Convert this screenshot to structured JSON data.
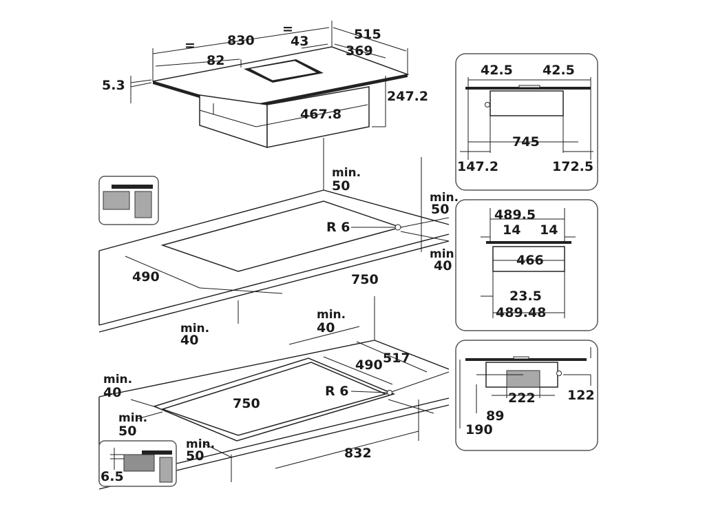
{
  "labels": {
    "w_830": "830",
    "eq_left": "=",
    "eq_right": "=",
    "d_43": "43",
    "d_515": "515",
    "d_369": "369",
    "d_82": "82",
    "d_5_3": "5.3",
    "d_247_2": "247.2",
    "d_467_8": "467.8",
    "min50_top_a": "min.",
    "min50_top_b": "50",
    "min50_right_a": "min.",
    "min50_right_b": "50",
    "r6_top": "R 6",
    "min40_right_a": "min.",
    "min40_right_b": "40",
    "d_490_top": "490",
    "d_750_top": "750",
    "min40_mid_a": "min.",
    "min40_mid_b": "40",
    "min40_lower_a": "min.",
    "min40_lower_b": "40",
    "d_517": "517",
    "d_490_low": "490",
    "min40_left_a": "min.",
    "min40_left_b": "40",
    "d_750_low": "750",
    "r6_low": "R 6",
    "min50_left_a": "min.",
    "min50_left_b": "50",
    "min50_bottom_a": "min.",
    "min50_bottom_b": "50",
    "d_832": "832",
    "d_6_5": "6.5"
  },
  "panel1": {
    "a": "42.5",
    "b": "42.5",
    "c": "745",
    "d": "147.2",
    "e": "172.5"
  },
  "panel2": {
    "a": "489.5",
    "b": "14",
    "c": "14",
    "d": "466",
    "e": "23.5",
    "f": "489.48"
  },
  "panel3": {
    "a": "222",
    "b": "122",
    "c": "89",
    "d": "190"
  }
}
